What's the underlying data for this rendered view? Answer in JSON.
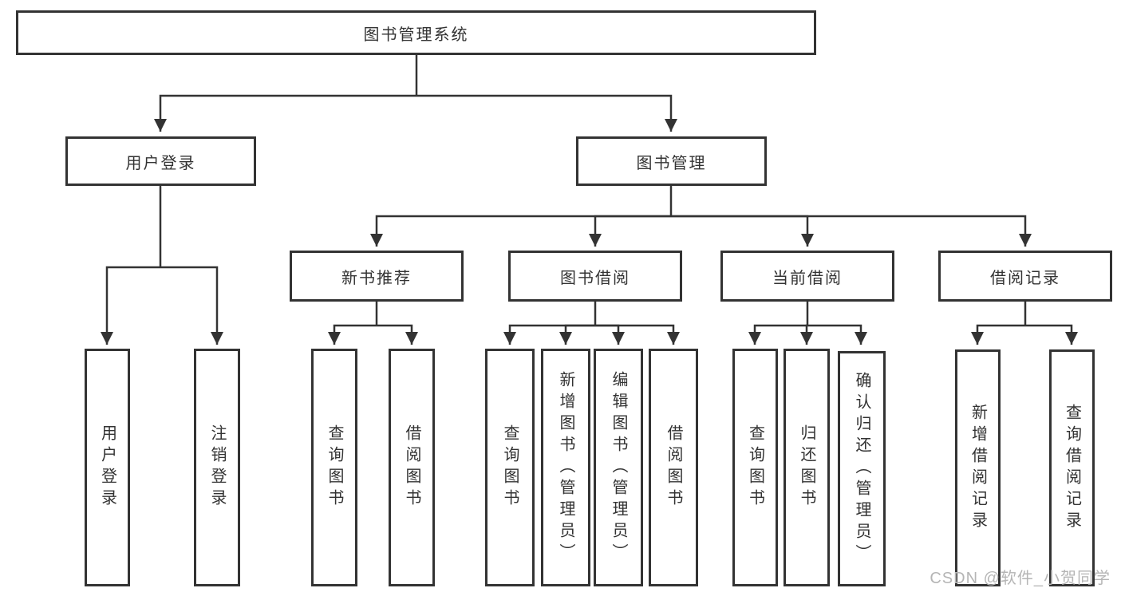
{
  "diagram_type": "hierarchy-tree",
  "colors": {
    "line": "#333333",
    "box_border": "#333333",
    "box_fill": "#ffffff",
    "text": "#333333",
    "watermark": "#b5b5b5"
  },
  "tree": {
    "root": "图书管理系统",
    "branches": [
      {
        "label": "用户登录",
        "children": [
          "用户登录",
          "注销登录"
        ]
      },
      {
        "label": "图书管理",
        "sections": [
          {
            "label": "新书推荐",
            "children": [
              "查询图书",
              "借阅图书"
            ]
          },
          {
            "label": "图书借阅",
            "children": [
              "查询图书",
              "新增图书（管理员）",
              "编辑图书（管理员）",
              "借阅图书"
            ]
          },
          {
            "label": "当前借阅",
            "children": [
              "查询图书",
              "归还图书",
              "确认归还（管理员）"
            ]
          },
          {
            "label": "借阅记录",
            "children": [
              "新增借阅记录",
              "查询借阅记录"
            ]
          }
        ]
      }
    ]
  },
  "watermark": "CSDN @软件_小贺同学"
}
